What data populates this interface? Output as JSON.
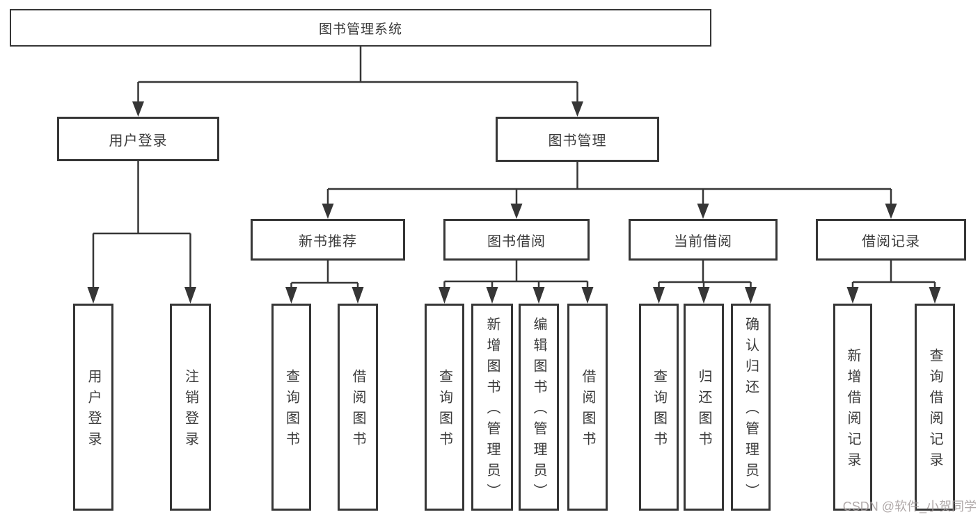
{
  "diagram": {
    "root": {
      "label": "图书管理系统"
    },
    "level2": [
      {
        "label": "用户登录"
      },
      {
        "label": "图书管理"
      }
    ],
    "level3": [
      {
        "label": "新书推荐"
      },
      {
        "label": "图书借阅"
      },
      {
        "label": "当前借阅"
      },
      {
        "label": "借阅记录"
      }
    ],
    "leaves": {
      "user_login": [
        {
          "label": "用户登录"
        },
        {
          "label": "注销登录"
        }
      ],
      "new_book": [
        {
          "label": "查询图书"
        },
        {
          "label": "借阅图书"
        }
      ],
      "book_borrow": [
        {
          "label": "查询图书"
        },
        {
          "label": "新增图书（管理员）"
        },
        {
          "label": "编辑图书（管理员）"
        },
        {
          "label": "借阅图书"
        }
      ],
      "current_borrow": [
        {
          "label": "查询图书"
        },
        {
          "label": "归还图书"
        },
        {
          "label": "确认归还（管理员）"
        }
      ],
      "borrow_record": [
        {
          "label": "新增借阅记录"
        },
        {
          "label": "查询借阅记录"
        }
      ]
    },
    "watermark": "CSDN @软件_小贺同学",
    "colors": {
      "line": "#363636",
      "text": "#3a3a3a",
      "box_bg": "#ffffff",
      "watermark": "#a39b9b"
    }
  }
}
